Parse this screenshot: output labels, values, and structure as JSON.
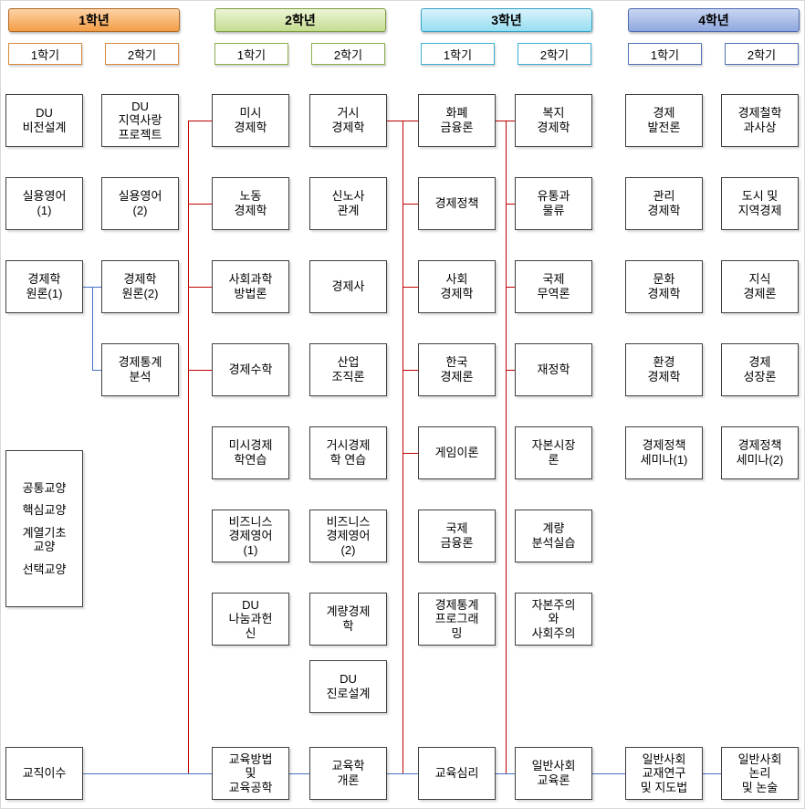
{
  "years": [
    {
      "label": "1학년",
      "tab1": "1학기",
      "tab2": "2학기"
    },
    {
      "label": "2학년",
      "tab1": "1학기",
      "tab2": "2학기"
    },
    {
      "label": "3학년",
      "tab1": "1학기",
      "tab2": "2학기"
    },
    {
      "label": "4학년",
      "tab1": "1학기",
      "tab2": "2학기"
    }
  ],
  "cols": [
    [
      "DU\n비전설계",
      "실용영어\n(1)",
      "경제학\n원론(1)"
    ],
    [
      "DU\n지역사랑\n프로젝트",
      "실용영어\n(2)",
      "경제학\n원론(2)",
      "경제통계\n분석"
    ],
    [
      "미시\n경제학",
      "노동\n경제학",
      "사회과학\n방법론",
      "경제수학",
      "미시경제\n학연습",
      "비즈니스\n경제영어\n(1)",
      "DU\n나눔과헌\n신"
    ],
    [
      "거시\n경제학",
      "신노사\n관계",
      "경제사",
      "산업\n조직론",
      "거시경제\n학 연습",
      "비즈니스\n경제영어\n(2)",
      "계량경제\n학",
      "DU\n진로설계"
    ],
    [
      "화폐\n금융론",
      "경제정책",
      "사회\n경제학",
      "한국\n경제론",
      "게임이론",
      "국제\n금융론",
      "경제통계\n프로그래\n밍"
    ],
    [
      "복지\n경제학",
      "유통과\n물류",
      "국제\n무역론",
      "재정학",
      "자본시장\n론",
      "계량\n분석실습",
      "자본주의\n와\n사회주의"
    ],
    [
      "경제\n발전론",
      "관리\n경제학",
      "문화\n경제학",
      "환경\n경제학",
      "경제정책\n세미나(1)"
    ],
    [
      "경제철학\n과사상",
      "도시 및\n지역경제",
      "지식\n경제론",
      "경제\n성장론",
      "경제정책\n세미나(2)"
    ]
  ],
  "gen_ed": [
    "공통교양",
    "핵심교양",
    "계열기초\n교양",
    "선택교양"
  ],
  "teacher_row": [
    "교직이수",
    "교육방법\n및\n교육공학",
    "교육학\n개론",
    "교육심리",
    "일반사회\n교육론",
    "일반사회\n교재연구\n및 지도법",
    "일반사회\n논리\n및 논술"
  ],
  "colors": {
    "year1_header": "#F49E46",
    "year2_header": "#C6DD90",
    "year3_header": "#97DEF2",
    "year4_header": "#8FA8DE",
    "red_line": "#C00000",
    "blue_line": "#4472C4",
    "box_border": "#404040"
  }
}
